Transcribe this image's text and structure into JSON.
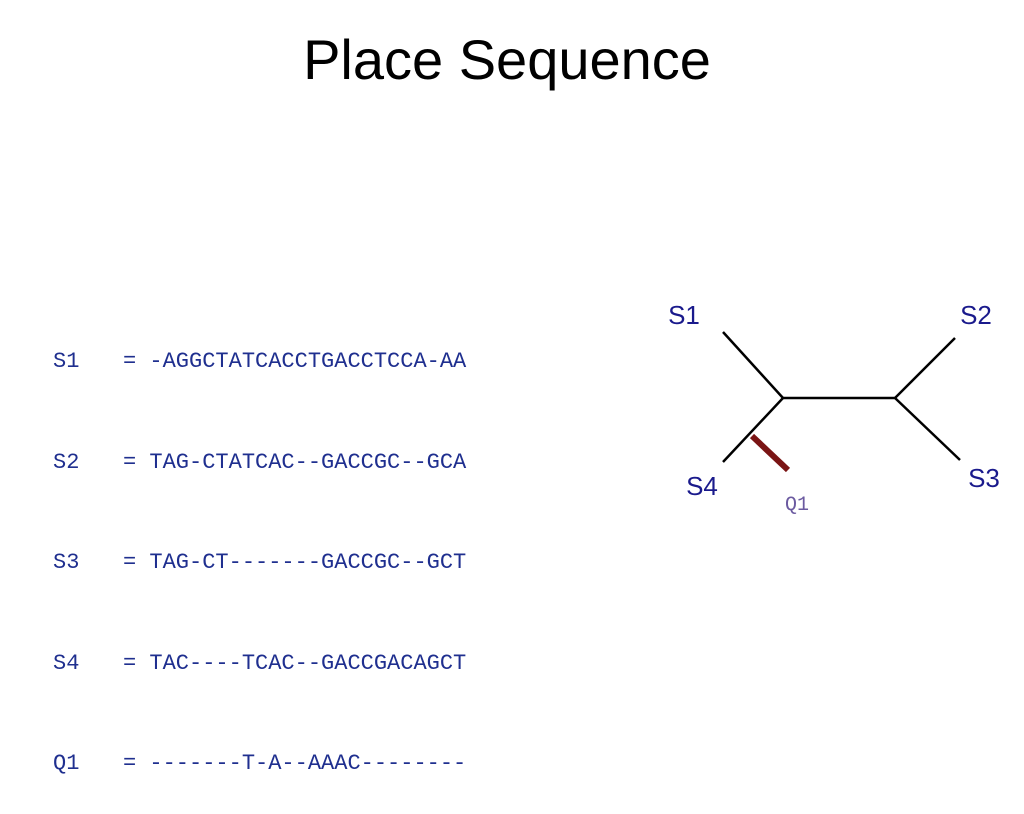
{
  "title": "Place Sequence",
  "alignment": {
    "rows": [
      {
        "name": "S1",
        "sequence": "-AGGCTATCACCTGACCTCCA-AA"
      },
      {
        "name": "S2",
        "sequence": "TAG-CTATCAC--GACCGC--GCA"
      },
      {
        "name": "S3",
        "sequence": "TAG-CT-------GACCGC--GCT"
      },
      {
        "name": "S4",
        "sequence": "TAC----TCAC--GACCGACAGCT"
      },
      {
        "name": "Q1",
        "sequence": "-------T-A--AAAC--------"
      }
    ]
  },
  "tree": {
    "leaves": {
      "s1": "S1",
      "s2": "S2",
      "s3": "S3",
      "s4": "S4"
    },
    "query_label": "Q1"
  },
  "colors": {
    "sequence_text": "#1f2f8f",
    "leaf_label": "#1a1a8c",
    "query_label": "#6b5aa0",
    "query_branch": "#7a1414",
    "tree_branch": "#000000"
  }
}
